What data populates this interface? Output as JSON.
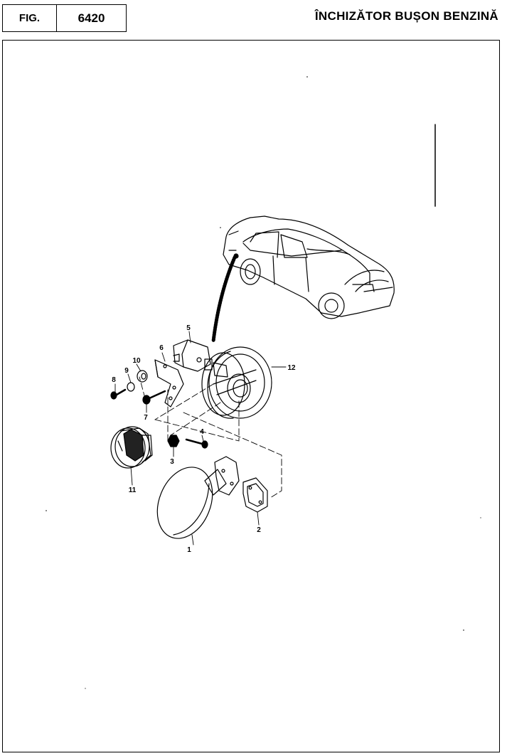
{
  "header": {
    "fig_label": "FIG.",
    "fig_number": "6420",
    "title": "ÎNCHIZĂTOR BUȘON BENZINĂ"
  },
  "callouts": {
    "p1": "1",
    "p2": "2",
    "p3": "3",
    "p4": "4",
    "p5": "5",
    "p6": "6",
    "p7": "7",
    "p8": "8",
    "p9": "9",
    "p10": "10",
    "p11": "11",
    "p12": "12"
  }
}
